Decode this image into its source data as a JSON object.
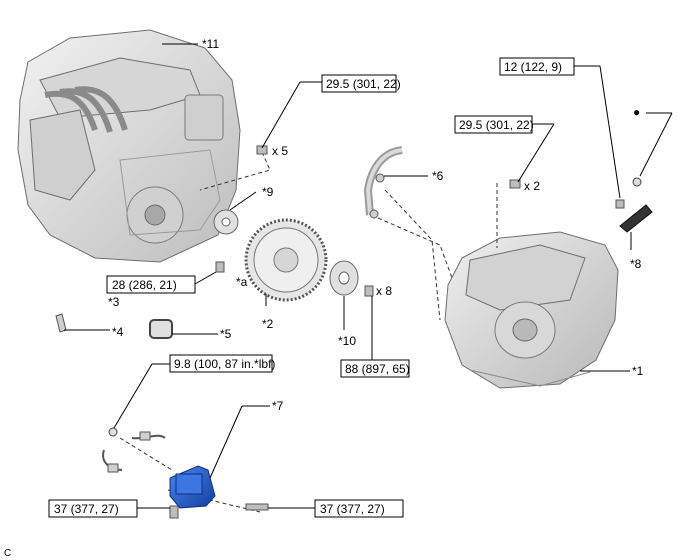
{
  "callouts": {
    "c11": "*11",
    "c6": "*6",
    "c9": "*9",
    "ca": "*a",
    "c3": "*3",
    "c4": "*4",
    "c5": "*5",
    "c2": "*2",
    "c10": "*10",
    "c8": "*8",
    "c1": "*1",
    "c7": "*7"
  },
  "torque": {
    "t_bolt_engine": "29.5 (301, 22)",
    "t_bolt_trans": "29.5 (301, 22)",
    "t_sensor": "12 (122, 9)",
    "t_flywheel": "28 (286, 21)",
    "t_drive_plate": "88 (897, 65)",
    "t_ground": "9.8 (100, 87 in.*lbf)",
    "t_starter_left": "37 (377, 27)",
    "t_starter_right": "37 (377, 27)"
  },
  "quantities": {
    "q5": "x 5",
    "q2": "x 2",
    "q8": "x 8"
  },
  "symbols": {
    "non_reusable": "●",
    "corner_code": "C"
  },
  "colors": {
    "starter_blue": "#1f5fd6",
    "part_fill": "#e3e3e3",
    "part_shade": "#c9c9c9"
  }
}
